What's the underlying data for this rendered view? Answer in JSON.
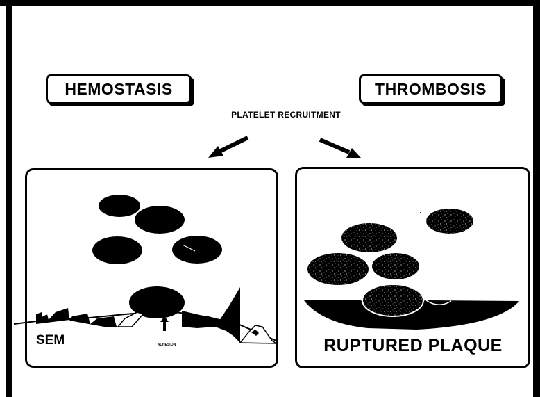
{
  "labels": {
    "hemostasis": "HEMOSTASIS",
    "thrombosis": "THROMBOSIS",
    "platelet_recruitment": "PLATELET RECRUITMENT",
    "sem": "SEM",
    "adhesion": "ADHESION",
    "ruptured_plaque": "RUPTURED PLAQUE"
  },
  "colors": {
    "ink": "#000000",
    "background": "#ffffff",
    "speckle": "#ffffff"
  }
}
